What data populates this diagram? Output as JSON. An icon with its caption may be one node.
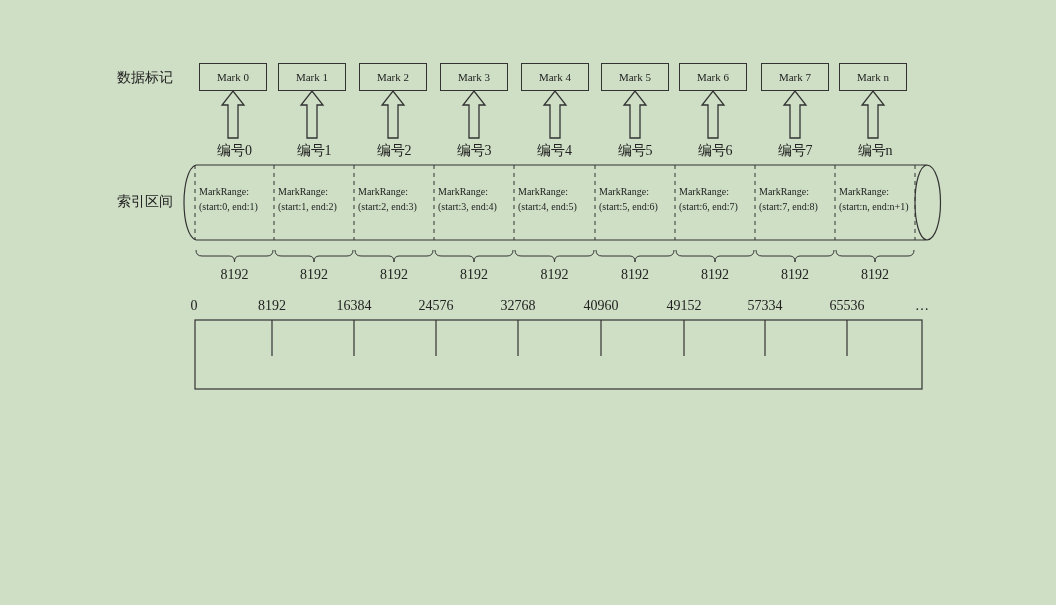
{
  "diagram": {
    "nodes": [
      {
        "text": [
          "Mark 0"
        ]
      },
      {
        "text": [
          "Mark 1"
        ]
      },
      {
        "text": [
          "Mark 2"
        ]
      },
      {
        "text": [
          "Mark 3"
        ]
      },
      {
        "text": [
          "Mark 4"
        ]
      },
      {
        "text": [
          "Mark 5"
        ]
      },
      {
        "text": [
          "Mark 6"
        ]
      },
      {
        "text": [
          "Mark 7"
        ]
      },
      {
        "text": [
          "Mark n"
        ]
      },
      {
        "text": [
          "编号0",
          "MarkRange: (start:0, end:1)"
        ]
      },
      {
        "text": [
          "编号1",
          "MarkRange: (start:1, end:2)"
        ]
      },
      {
        "text": [
          "编号2",
          "MarkRange: (start:2, end:3)"
        ]
      },
      {
        "text": [
          "编号3",
          "MarkRange: (start:3, end:4)"
        ]
      },
      {
        "text": [
          "编号4",
          "MarkRange: (start:4, end:5)"
        ]
      },
      {
        "text": [
          "编号5",
          "MarkRange: (start:5, end:6)"
        ]
      },
      {
        "text": [
          "编号6",
          "MarkRange: (start:6, end:7)"
        ]
      },
      {
        "text": [
          "编号7",
          "MarkRange: (start:7, end:8)"
        ]
      },
      {
        "text": [
          "编号n",
          "MarkRange: (start:n, end:n+1)"
        ]
      }
    ],
    "edges": [
      {
        "from": 9,
        "to": 0,
        "arrow": "to"
      },
      {
        "from": 10,
        "to": 1,
        "arrow": "to"
      },
      {
        "from": 11,
        "to": 2,
        "arrow": "to"
      },
      {
        "from": 12,
        "to": 3,
        "arrow": "to"
      },
      {
        "from": 13,
        "to": 4,
        "arrow": "to"
      },
      {
        "from": 14,
        "to": 5,
        "arrow": "to"
      },
      {
        "from": 15,
        "to": 6,
        "arrow": "to"
      },
      {
        "from": 16,
        "to": 7,
        "arrow": "to"
      },
      {
        "from": 17,
        "to": 8,
        "arrow": "to"
      }
    ],
    "labels": [
      "数据标记",
      "索引区间",
      "8192",
      "8192",
      "8192",
      "8192",
      "8192",
      "8192",
      "8192",
      "8192",
      "8192",
      "0",
      "8192",
      "16384",
      "24576",
      "32768",
      "40960",
      "49152",
      "57334",
      "65536",
      "…"
    ]
  }
}
